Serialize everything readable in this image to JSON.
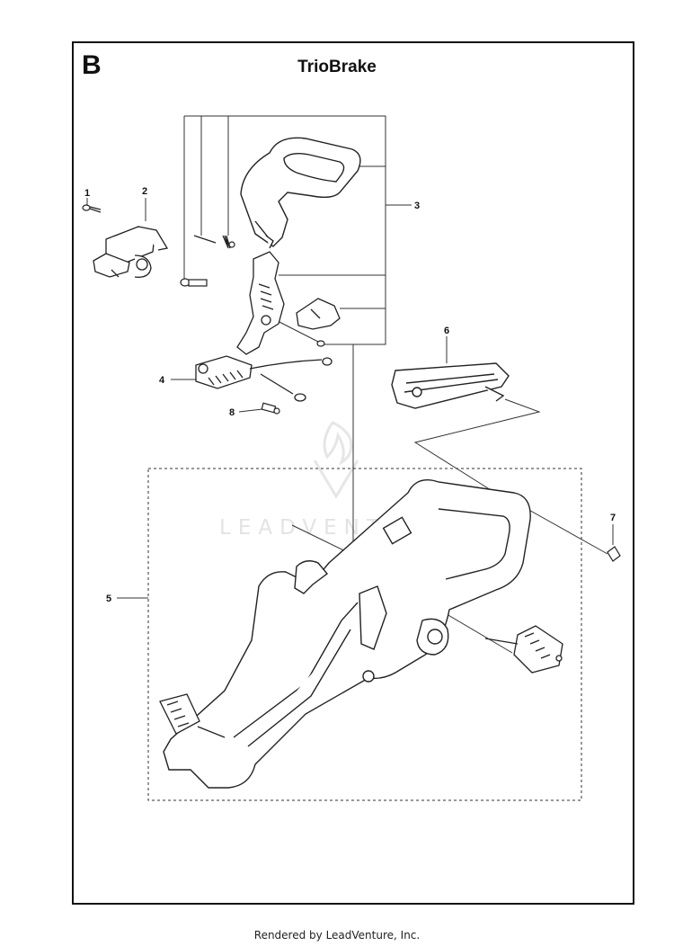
{
  "section_letter": "B",
  "title": "TrioBrake",
  "callouts": [
    "1",
    "2",
    "3",
    "4",
    "5",
    "6",
    "7",
    "8"
  ],
  "watermark": "LEADVENTURE",
  "footer": "Rendered by LeadVenture, Inc."
}
